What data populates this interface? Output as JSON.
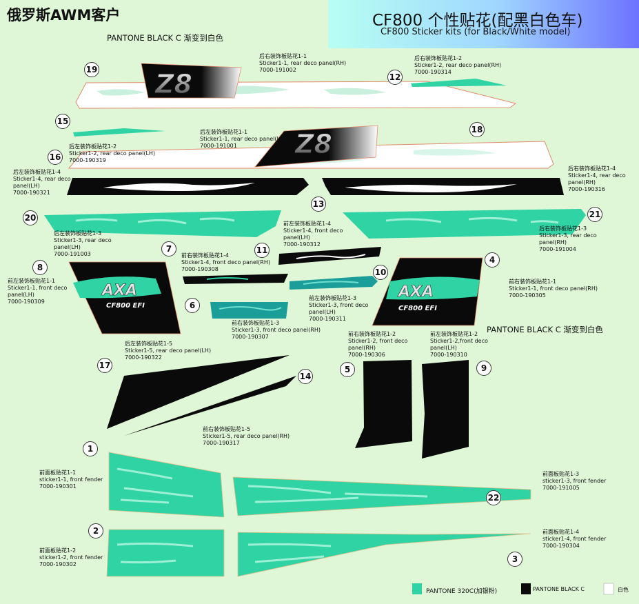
{
  "header": {
    "left_title": "俄罗斯AWM客户",
    "title": "CF800 个性贴花(配黑白色车)",
    "subtitle": "CF800 Sticker kits (for Black/White model)"
  },
  "notes": {
    "pantone_gradient_top": "PANTONE BLACK C 渐变到白色",
    "pantone_gradient_right": "PANTONE BLACK C 渐变到白色"
  },
  "logos": {
    "z8": "Z8",
    "axa": "AXA",
    "model": "CF800 EFI"
  },
  "parts": [
    {
      "id": "p19",
      "num": "19"
    },
    {
      "id": "p12",
      "num": "12"
    },
    {
      "id": "p15",
      "num": "15"
    },
    {
      "id": "p16",
      "num": "16"
    },
    {
      "id": "p18",
      "num": "18"
    },
    {
      "id": "p13",
      "num": "13"
    },
    {
      "id": "p20",
      "num": "20"
    },
    {
      "id": "p21",
      "num": "21"
    },
    {
      "id": "p7",
      "num": "7"
    },
    {
      "id": "p11",
      "num": "11"
    },
    {
      "id": "p8",
      "num": "8"
    },
    {
      "id": "p4",
      "num": "4"
    },
    {
      "id": "p10",
      "num": "10"
    },
    {
      "id": "p6",
      "num": "6"
    },
    {
      "id": "p5",
      "num": "5"
    },
    {
      "id": "p9",
      "num": "9"
    },
    {
      "id": "p17",
      "num": "17"
    },
    {
      "id": "p14",
      "num": "14"
    },
    {
      "id": "p1",
      "num": "1"
    },
    {
      "id": "p22",
      "num": "22"
    },
    {
      "id": "p2",
      "num": "2"
    },
    {
      "id": "p3",
      "num": "3"
    }
  ],
  "labels": {
    "l_rear_rh_1_1": "后右装饰板贴花1-1\nSticker1-1, rear deco panel(RH)\n7000-191002",
    "l_rear_rh_1_2": "后右装饰板贴花1-2\nSticker1-2, rear deco panel(RH)\n7000-190314",
    "l_rear_lh_1_2": "后左装饰板贴花1-2\nSticker1-2, rear deco panel(LH)\n7000-190319",
    "l_rear_lh_1_1": "后左装饰板贴花1-1\nSticker1-1, rear deco panel(LH)\n7000-191001",
    "l_rear_lh_1_4": "后左装饰板贴花1-4\nSticker1-4, rear deco\npanel(LH)\n7000-190321",
    "l_rear_rh_1_4": "后右装饰板贴花1-4\nSticker1-4, rear deco\npanel(RH)\n7000-190316",
    "l_rear_lh_1_3": "后左装饰板贴花1-3\nSticker1-3, rear deco\npanel(LH)\n7000-191003",
    "l_rear_rh_1_3": "后右装饰板贴花1-3\nSticker1-3, rear deco\npanel(RH)\n7000-191004",
    "l_front_lh_1_4": "前左装饰板贴花1-4\nSticker1-4, front deco\npanel(LH)\n7000-190312",
    "l_front_rh_1_4": "前右装饰板贴花1-4\nSticker1-4, front  deco panel(RH)\n7000-190308",
    "l_front_lh_1_1": "前左装饰板贴花1-1\nSticker1-1, front deco\npanel(LH)\n7000-190309",
    "l_front_rh_1_1": "前右装饰板贴花1-1\nSticker1-1, front deco panel(RH)\n7000-190305",
    "l_front_lh_1_3": "前左装饰板贴花1-3\nSticker1-3, front deco\npanel(LH)\n7000-190311",
    "l_front_rh_1_3": "前右装饰板贴花1-3\nSticker1-3, front deco panel(RH)\n7000-190307",
    "l_front_rh_1_2": "前右装饰板贴花1-2\nSticker1-2, front deco\npanel(RH)\n7000-190306",
    "l_front_lh_1_2": "前左装饰板贴花1-2\nSticker1-2,front deco\npanel(LH)\n7000-190310",
    "l_rear_lh_1_5": "后左装饰板贴花1-5\nSticker1-5, rear deco panel(LH)\n7000-190322",
    "l_rear_rh_1_5": "前右装饰板贴花1-5\nSticker1-5, rear deco panel(RH)\n7000-190317",
    "l_fender_1_1": "前面板贴花1-1\nsticker1-1, front fender\n7000-190301",
    "l_fender_1_3": "前面板贴花1-3\nsticker1-3, front fender\n7000-191005",
    "l_fender_1_2": "前面板贴花1-2\nsticker1-2, front fender\n7000-190302",
    "l_fender_1_4": "前面板贴花1-4\nsticker1-4, front fender\n7000-190304"
  },
  "legend": {
    "teal_label": "PANTONE 320C(加银粉)",
    "black_label": "PANTONE BLACK   C",
    "white_label": "白色"
  },
  "colors": {
    "background": "#dff7d7",
    "pantone_320c": "#2fd3a4",
    "pantone_black": "#0a0a0a",
    "white": "#ffffff",
    "teal_dark": "#1b9e9a"
  }
}
